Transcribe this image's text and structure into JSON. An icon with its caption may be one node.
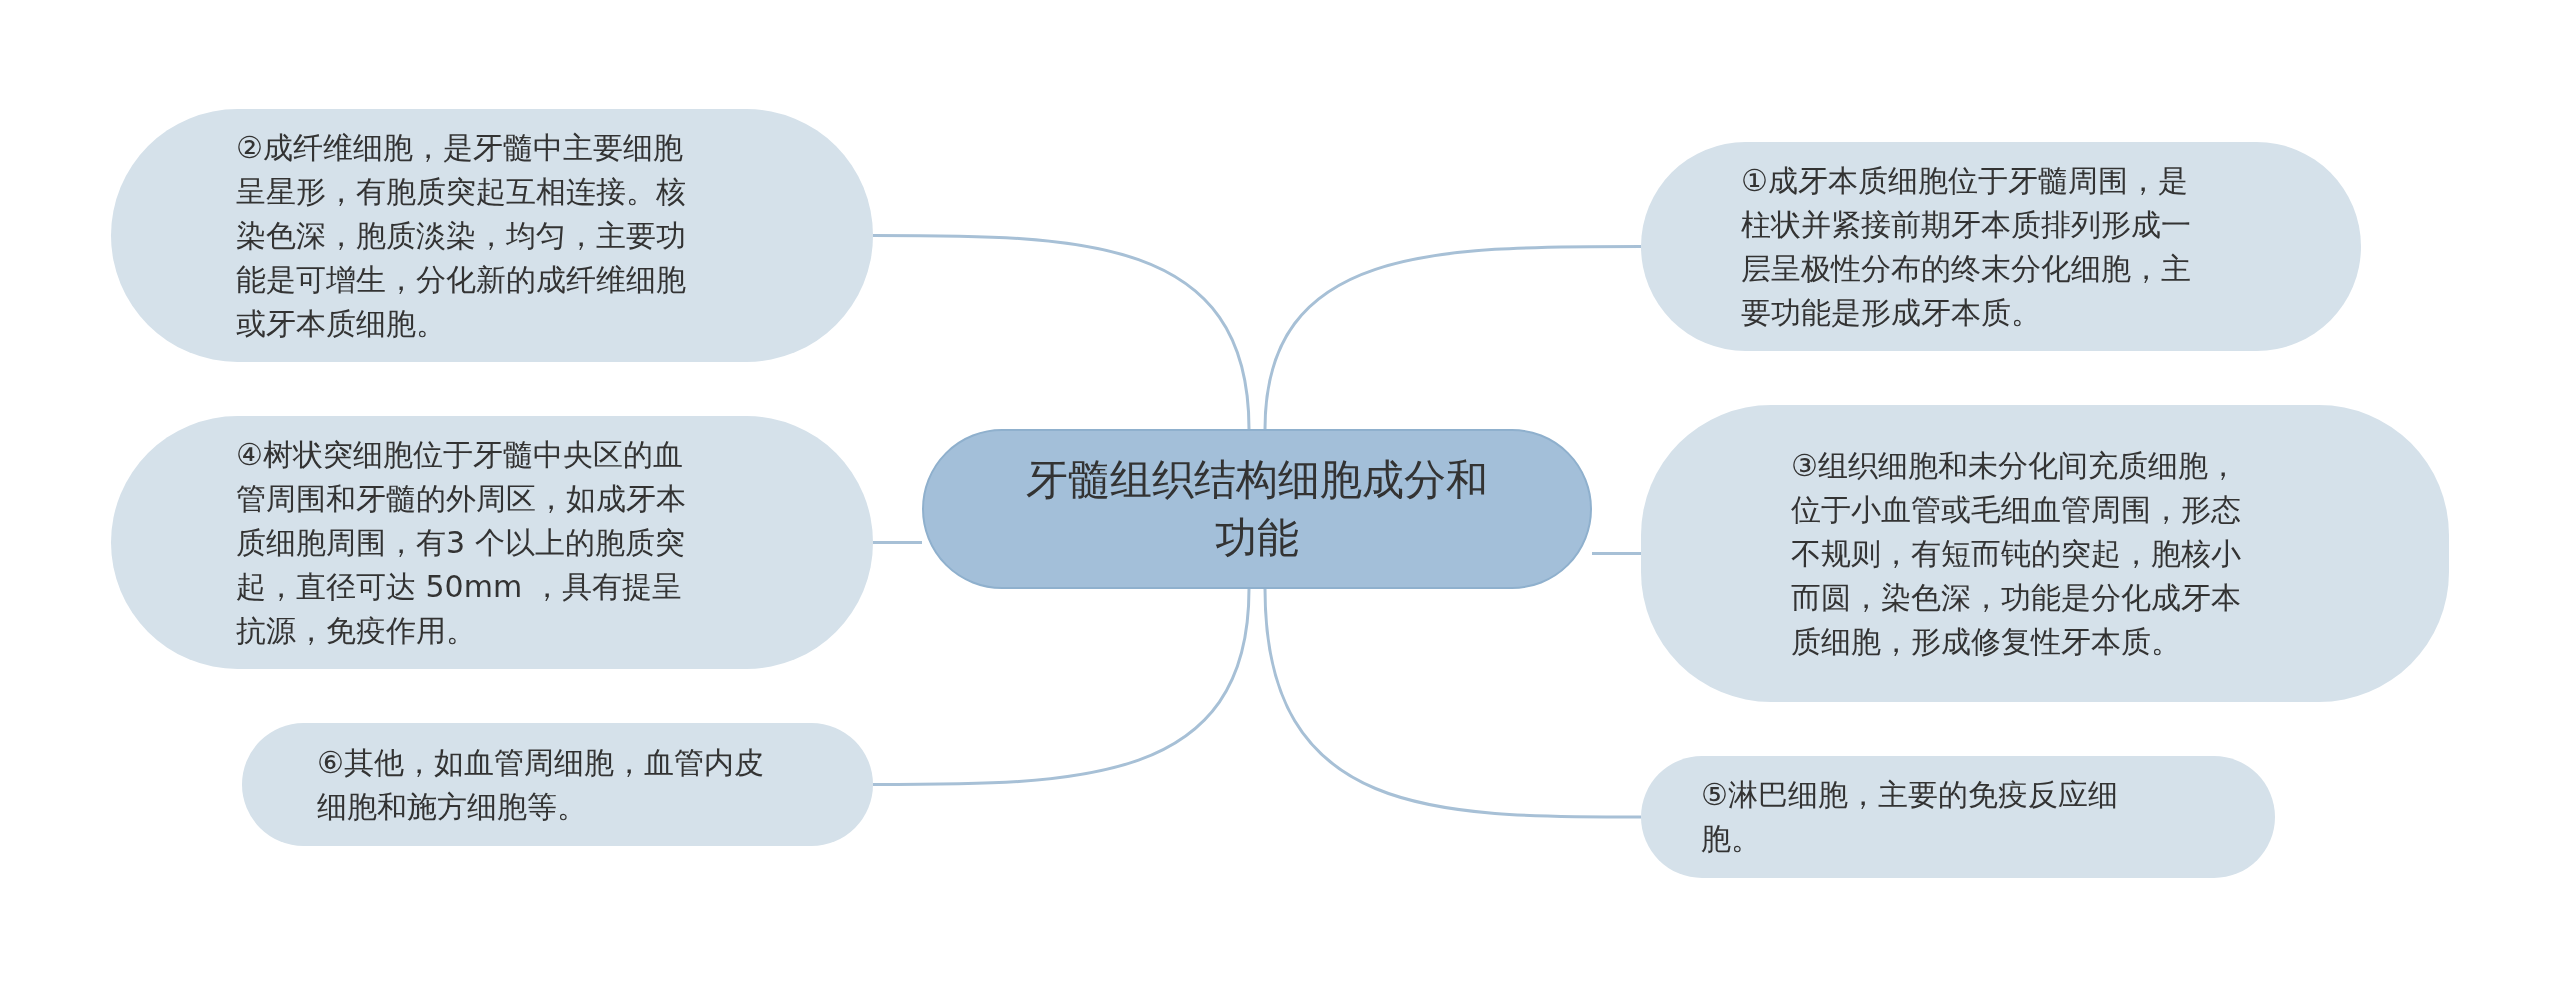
{
  "diagram": {
    "nodes": [
      {
        "text": [
          "牙髓组织结构细胞成分和功能"
        ]
      },
      {
        "text": [
          "②成纤维细胞，是牙髓中主要细胞呈星形，有胞质突起互相连接。核染色深，胞质淡染，均匀，主要功能是可增生，分化新的成纤维细胞或牙本质细胞。"
        ]
      },
      {
        "text": [
          "④树状突细胞位于牙髓中央区的血管周围和牙髓的外周区，如成牙本质细胞周围，有3 个以上的胞质突起，直径可达 50mm ，具有提呈抗源，免疫作用。"
        ]
      },
      {
        "text": [
          "⑥其他，如血管周细胞，血管内皮细胞和施方细胞等。"
        ]
      },
      {
        "text": [
          "①成牙本质细胞位于牙髓周围，是柱状并紧接前期牙本质排列形成一层呈极性分布的终末分化细胞，主要功能是形成牙本质。"
        ]
      },
      {
        "text": [
          "③组织细胞和未分化间充质细胞，位于小血管或毛细血管周围，形态不规则，有短而钝的突起，胞核小而圆，染色深，功能是分化成牙本质细胞，形成修复性牙本质。"
        ]
      },
      {
        "text": [
          "⑤淋巴细胞，主要的免疫反应细胞。"
        ]
      }
    ],
    "edges": [
      {
        "from": 0,
        "to": 1,
        "arrow": "none"
      },
      {
        "from": 0,
        "to": 2,
        "arrow": "none"
      },
      {
        "from": 0,
        "to": 3,
        "arrow": "none"
      },
      {
        "from": 0,
        "to": 4,
        "arrow": "none"
      },
      {
        "from": 0,
        "to": 5,
        "arrow": "none"
      },
      {
        "from": 0,
        "to": 6,
        "arrow": "none"
      }
    ]
  }
}
